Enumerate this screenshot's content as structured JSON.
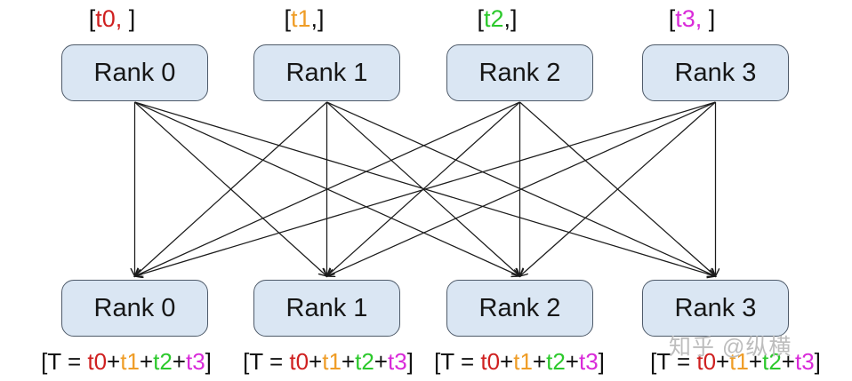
{
  "diagram_title": "all-reduce all-to-all communication between ranks",
  "colors": {
    "t0": "#cf2020",
    "t1": "#ef9d27",
    "t2": "#2cc92c",
    "t3": "#d92ad9",
    "text": "#111111",
    "box_fill": "#dae6f3",
    "box_border": "#4e5a69",
    "arrow": "#1b1b1b",
    "watermark": "#bdbdbd"
  },
  "ranks": {
    "top": [
      "Rank 0",
      "Rank 1",
      "Rank 2",
      "Rank 3"
    ],
    "bottom": [
      "Rank 0",
      "Rank 1",
      "Rank 2",
      "Rank 3"
    ]
  },
  "labels": {
    "top": [
      {
        "parts": [
          {
            "text": "[",
            "color": "#111111"
          },
          {
            "text": "t0,",
            "color": "#cf2020"
          },
          {
            "text": " ]",
            "color": "#111111"
          }
        ]
      },
      {
        "parts": [
          {
            "text": "[",
            "color": "#111111"
          },
          {
            "text": "t1",
            "color": "#ef9d27"
          },
          {
            "text": ",]",
            "color": "#111111"
          }
        ]
      },
      {
        "parts": [
          {
            "text": "[",
            "color": "#111111"
          },
          {
            "text": "t2",
            "color": "#2cc92c"
          },
          {
            "text": ",]",
            "color": "#111111"
          }
        ]
      },
      {
        "parts": [
          {
            "text": "[",
            "color": "#111111"
          },
          {
            "text": "t3,",
            "color": "#d92ad9"
          },
          {
            "text": " ]",
            "color": "#111111"
          }
        ]
      }
    ],
    "bottom": [
      {
        "parts": [
          {
            "text": "[T = ",
            "color": "#111111"
          },
          {
            "text": "t0",
            "color": "#cf2020"
          },
          {
            "text": "+",
            "color": "#111111"
          },
          {
            "text": "t1",
            "color": "#ef9d27"
          },
          {
            "text": "+",
            "color": "#111111"
          },
          {
            "text": "t2",
            "color": "#2cc92c"
          },
          {
            "text": "+",
            "color": "#111111"
          },
          {
            "text": "t3",
            "color": "#d92ad9"
          },
          {
            "text": "]",
            "color": "#111111"
          }
        ]
      },
      {
        "parts": [
          {
            "text": "[T = ",
            "color": "#111111"
          },
          {
            "text": "t0",
            "color": "#cf2020"
          },
          {
            "text": "+",
            "color": "#111111"
          },
          {
            "text": "t1",
            "color": "#ef9d27"
          },
          {
            "text": "+",
            "color": "#111111"
          },
          {
            "text": "t2",
            "color": "#2cc92c"
          },
          {
            "text": "+",
            "color": "#111111"
          },
          {
            "text": "t3",
            "color": "#d92ad9"
          },
          {
            "text": "]",
            "color": "#111111"
          }
        ]
      },
      {
        "parts": [
          {
            "text": "[T = ",
            "color": "#111111"
          },
          {
            "text": "t0",
            "color": "#cf2020"
          },
          {
            "text": "+",
            "color": "#111111"
          },
          {
            "text": "t1",
            "color": "#ef9d27"
          },
          {
            "text": "+",
            "color": "#111111"
          },
          {
            "text": "t2",
            "color": "#2cc92c"
          },
          {
            "text": "+",
            "color": "#111111"
          },
          {
            "text": "t3",
            "color": "#d92ad9"
          },
          {
            "text": "]",
            "color": "#111111"
          }
        ]
      },
      {
        "parts": [
          {
            "text": "[T = ",
            "color": "#111111"
          },
          {
            "text": "t0",
            "color": "#cf2020"
          },
          {
            "text": "+",
            "color": "#111111"
          },
          {
            "text": "t1",
            "color": "#ef9d27"
          },
          {
            "text": "+",
            "color": "#111111"
          },
          {
            "text": "t2",
            "color": "#2cc92c"
          },
          {
            "text": "+",
            "color": "#111111"
          },
          {
            "text": "t3",
            "color": "#d92ad9"
          },
          {
            "text": "]",
            "color": "#111111"
          }
        ]
      }
    ]
  },
  "edges": {
    "type": "all-to-all",
    "direction": "top-to-bottom",
    "count": 16
  },
  "watermark": {
    "text": "知乎 @纵横"
  }
}
